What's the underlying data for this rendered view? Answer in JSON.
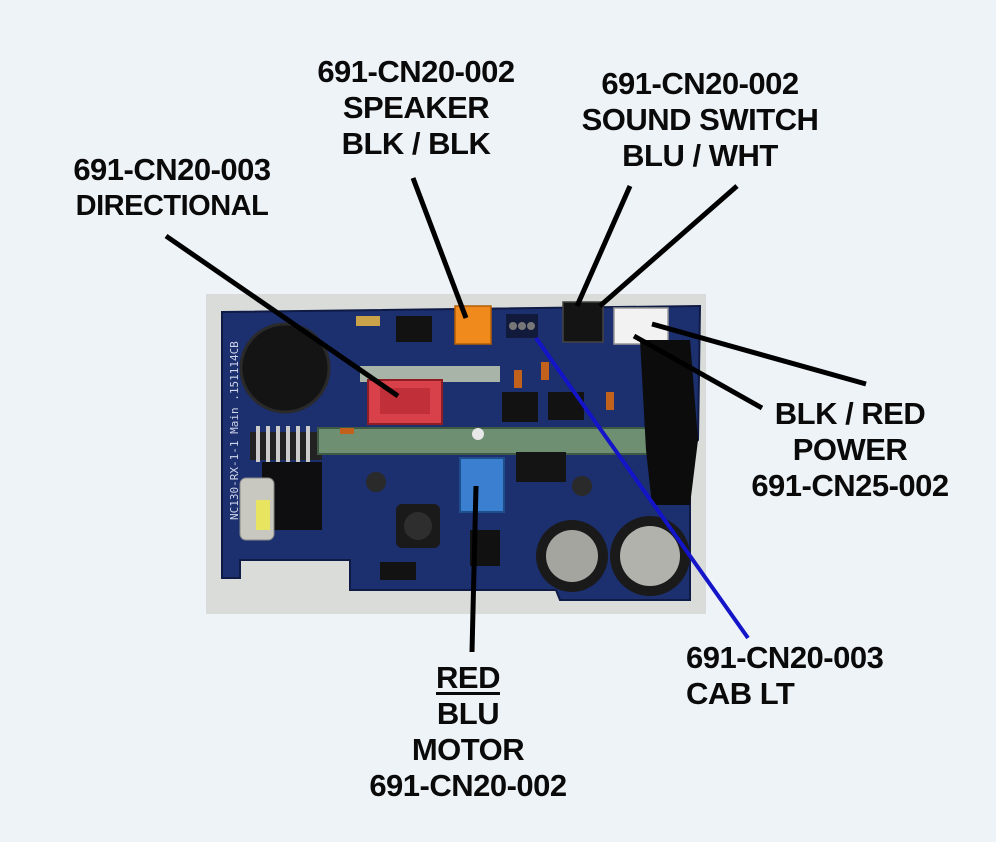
{
  "labels": {
    "speaker": {
      "part": "691-CN20-002",
      "name": "SPEAKER",
      "wires": "BLK / BLK"
    },
    "sound_switch": {
      "part": "691-CN20-002",
      "name": "SOUND SWITCH",
      "wires": "BLU / WHT"
    },
    "directional": {
      "part": "691-CN20-003",
      "name": "DIRECTIONAL"
    },
    "power": {
      "wires": "BLK / RED",
      "name": "POWER",
      "part": "691-CN25-002"
    },
    "cab_lt": {
      "part": "691-CN20-003",
      "name": "CAB LT"
    },
    "motor": {
      "wire1": "RED",
      "wire2": "BLU",
      "name": "MOTOR",
      "part": "691-CN20-002"
    }
  },
  "board_text": {
    "silk_id": "NC130-RX-1-1 Main .151114CB"
  },
  "colors": {
    "background": "#eef3f8",
    "pcb": "#1c2f6e",
    "leader_black": "#000000",
    "leader_blue": "#1414c8",
    "speaker_connector": "#f08a1c",
    "directional_connector": "#d8404a",
    "motor_connector": "#3a7fd0",
    "power_connector": "#f2f2f2"
  }
}
